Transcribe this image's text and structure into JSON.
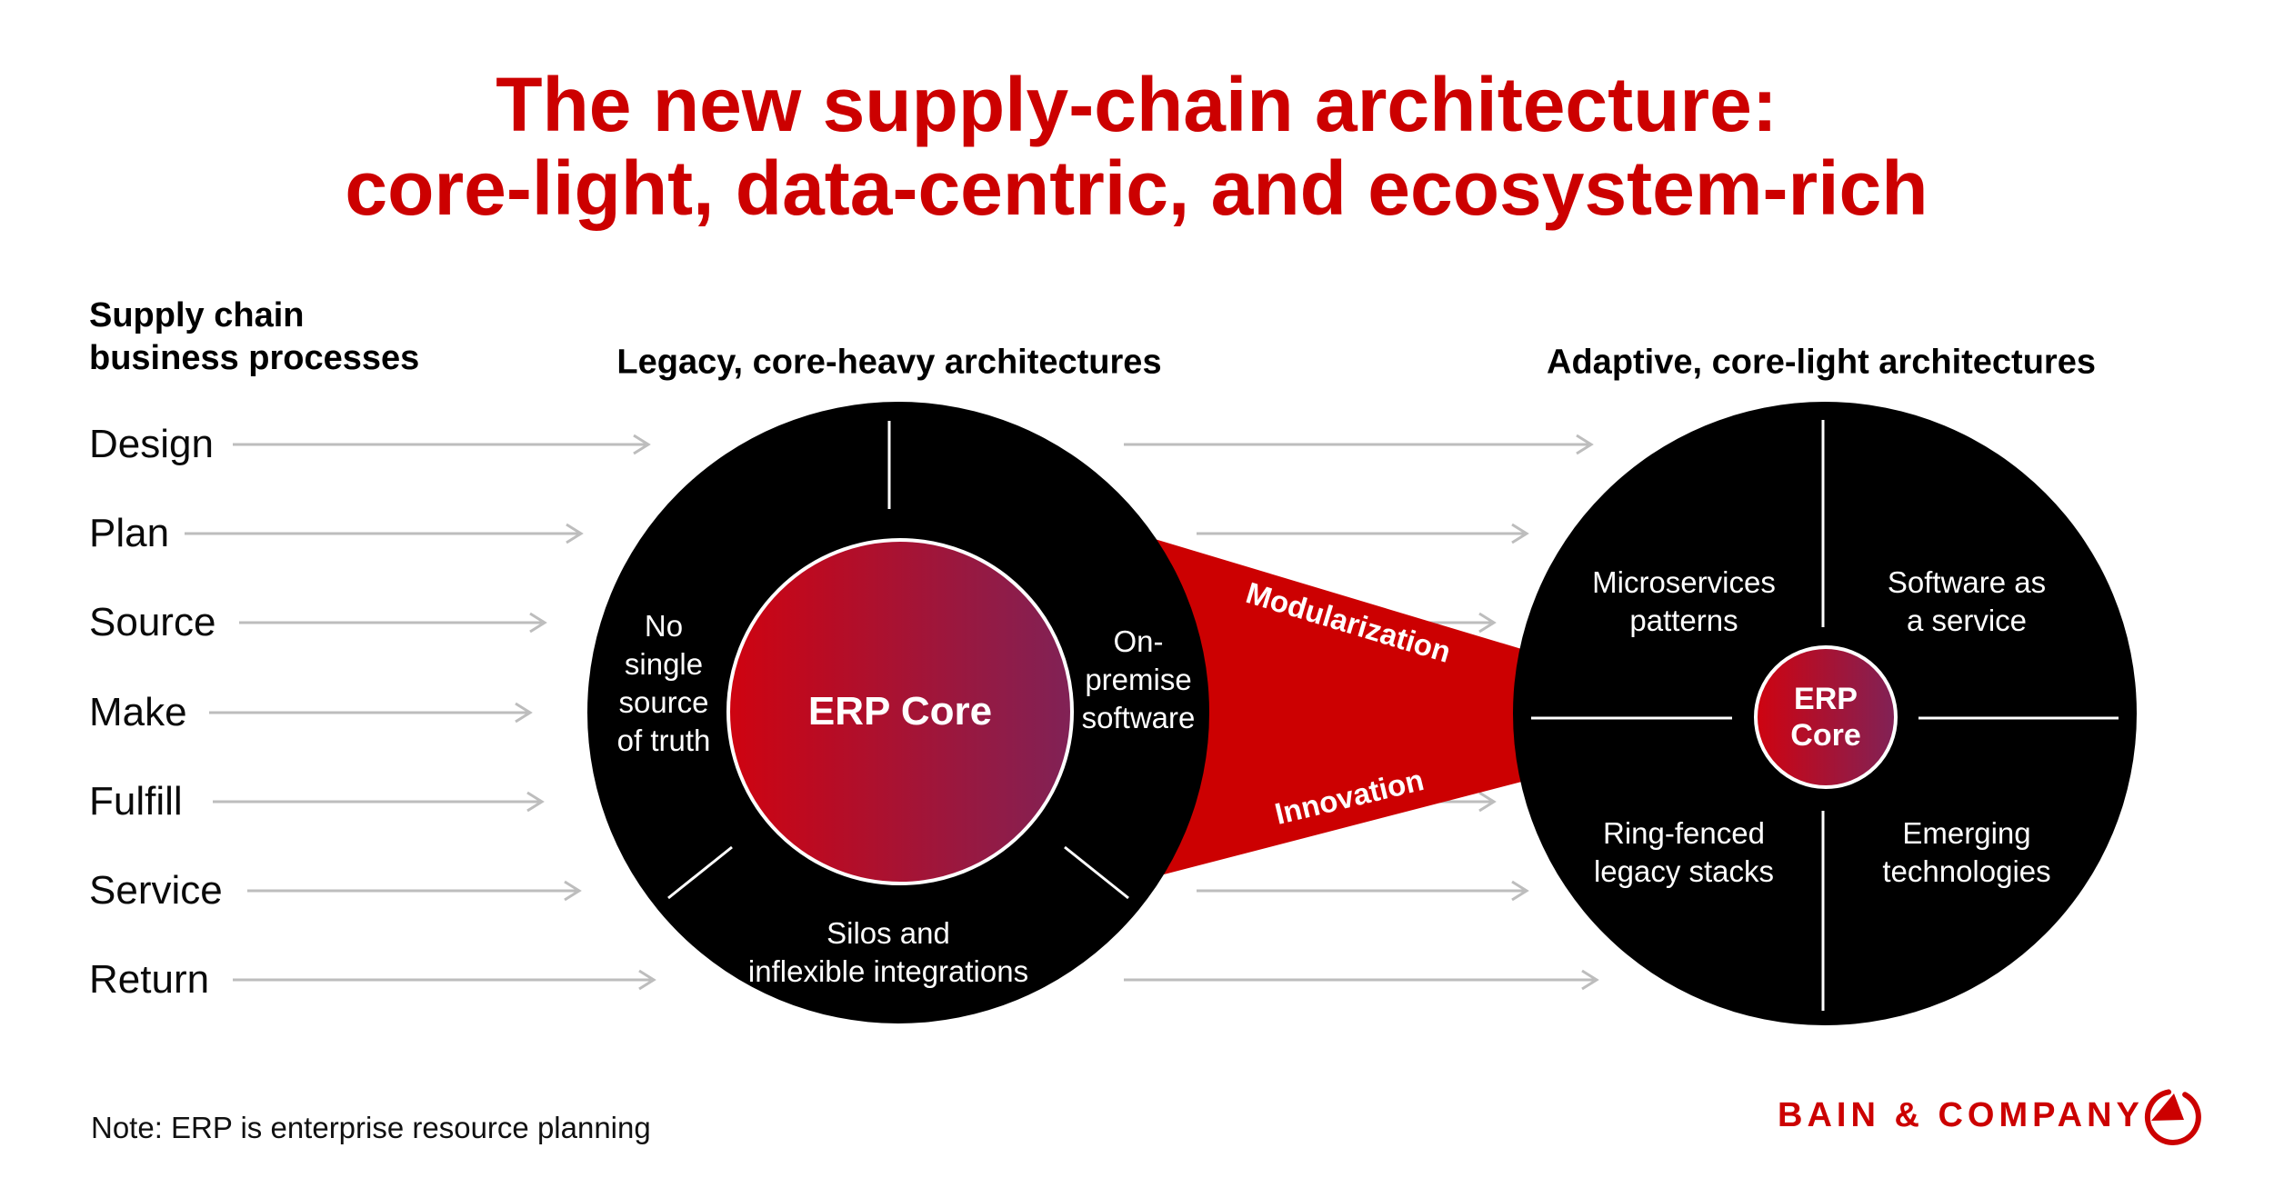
{
  "title": {
    "line1": "The new supply-chain architecture:",
    "line2": "core-light, data-centric, and ecosystem-rich"
  },
  "columns": {
    "processes_header": "Supply chain\nbusiness processes",
    "legacy_header": "Legacy, core-heavy architectures",
    "adaptive_header": "Adaptive, core-light architectures"
  },
  "processes": {
    "items": [
      {
        "label": "Design"
      },
      {
        "label": "Plan"
      },
      {
        "label": "Source"
      },
      {
        "label": "Make"
      },
      {
        "label": "Fulfill"
      },
      {
        "label": "Service"
      },
      {
        "label": "Return"
      }
    ]
  },
  "legacy_circle": {
    "core_label": "ERP Core",
    "sector_left": "No\nsingle\nsource\nof truth",
    "sector_right": "On-\npremise\nsoftware",
    "sector_bottom": "Silos and\ninflexible integrations"
  },
  "transition": {
    "top_label": "Modularization",
    "bottom_label": "Innovation"
  },
  "adaptive_circle": {
    "core_label": "ERP\nCore",
    "quadrant_top_left": "Microservices\npatterns",
    "quadrant_top_right": "Software as\na service",
    "quadrant_bottom_left": "Ring-fenced\nlegacy stacks",
    "quadrant_bottom_right": "Emerging\ntechnologies"
  },
  "footer": {
    "note": "Note: ERP is enterprise resource planning",
    "brand": "BAIN & COMPANY"
  },
  "colors": {
    "brand_red": "#cc0000",
    "wedge_red": "#cc0001",
    "core_gradient_start": "#cf0310",
    "core_gradient_end": "#802256",
    "circle_black": "#000000",
    "arrow_gray": "#bdbdbd",
    "divider_white": "#ffffff"
  }
}
